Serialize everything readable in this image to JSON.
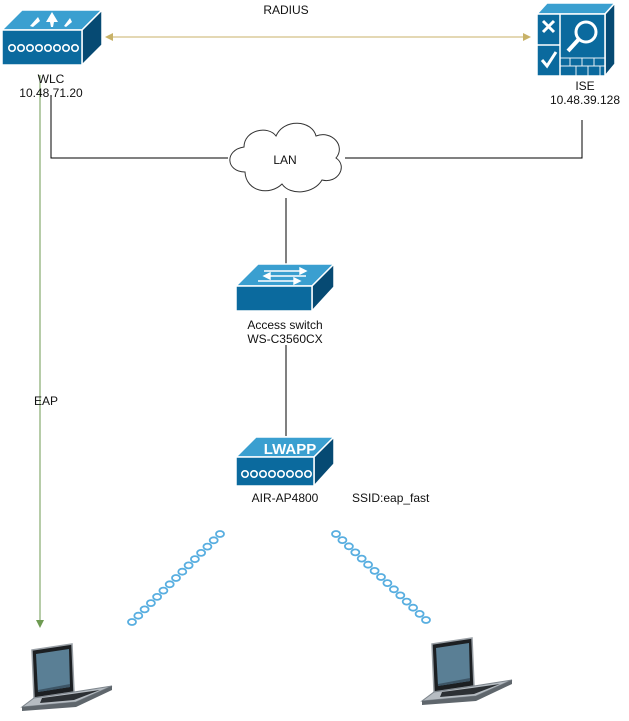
{
  "colors": {
    "device": "#0b6a9e",
    "device_top": "#3a9fd0",
    "device_side": "#064a73",
    "link": "#000000",
    "radius_link": "#c8b268",
    "eap_link": "#6e9a52",
    "wireless": "#58aee0"
  },
  "labels": {
    "radius": "RADIUS",
    "wlc_name": "WLC",
    "wlc_ip": "10.48.71.20",
    "ise_name": "ISE",
    "ise_ip": "10.48.39.128",
    "lan": "LAN",
    "switch_name": "Access switch",
    "switch_model": "WS-C3560CX",
    "ap_badge": "LWAPP",
    "ap_name": "AIR-AP4800",
    "ssid": "SSID:eap_fast",
    "eap": "EAP"
  },
  "icons": [
    "wlc-icon",
    "ise-icon",
    "cloud-icon",
    "switch-icon",
    "access-point-icon",
    "laptop-icon"
  ]
}
